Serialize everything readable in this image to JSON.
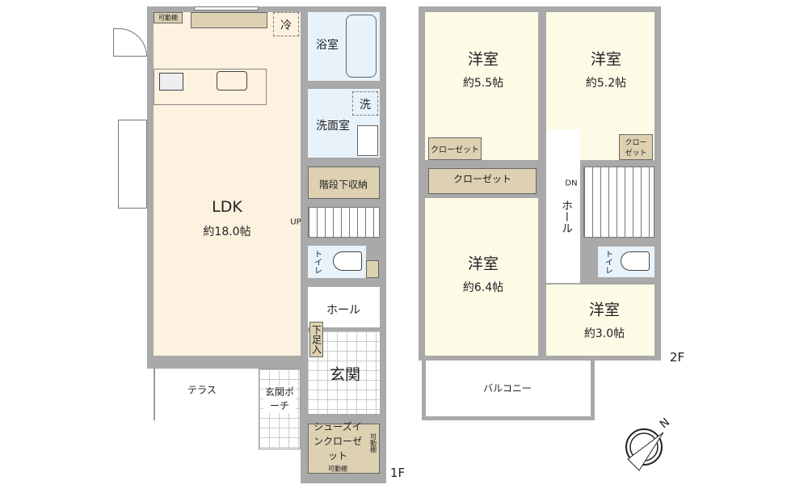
{
  "floor1": {
    "label": "1F",
    "ldk": {
      "name": "LDK",
      "size": "約18.0帖"
    },
    "movable_shelf_top": "可動棚",
    "fridge": "冷",
    "bath": "浴室",
    "washer": "洗",
    "washroom": "洗面室",
    "under_stair_storage": "階段下収納",
    "up": "UP",
    "toilet": "トイレ",
    "hall": "ホール",
    "shoe_cabinet": "下足入",
    "entrance": "玄関",
    "terrace": "テラス",
    "porch": "玄関ポーチ",
    "shoe_closet": "シューズインクローゼット",
    "shoe_closet_shelf_right": "可動棚",
    "shoe_closet_shelf_bottom": "可動棚"
  },
  "floor2": {
    "label": "2F",
    "room1": {
      "name": "洋室",
      "size": "約5.5帖"
    },
    "room2": {
      "name": "洋室",
      "size": "約5.2帖"
    },
    "room3": {
      "name": "洋室",
      "size": "約6.4帖"
    },
    "room4": {
      "name": "洋室",
      "size": "約3.0帖"
    },
    "closet1": "クローゼット",
    "closet2": "クローゼット",
    "closet3": "クローゼット",
    "dn": "DN",
    "hall": "ホール",
    "toilet": "トイレ",
    "balcony": "バルコニー"
  },
  "compass": {
    "label": "N"
  }
}
